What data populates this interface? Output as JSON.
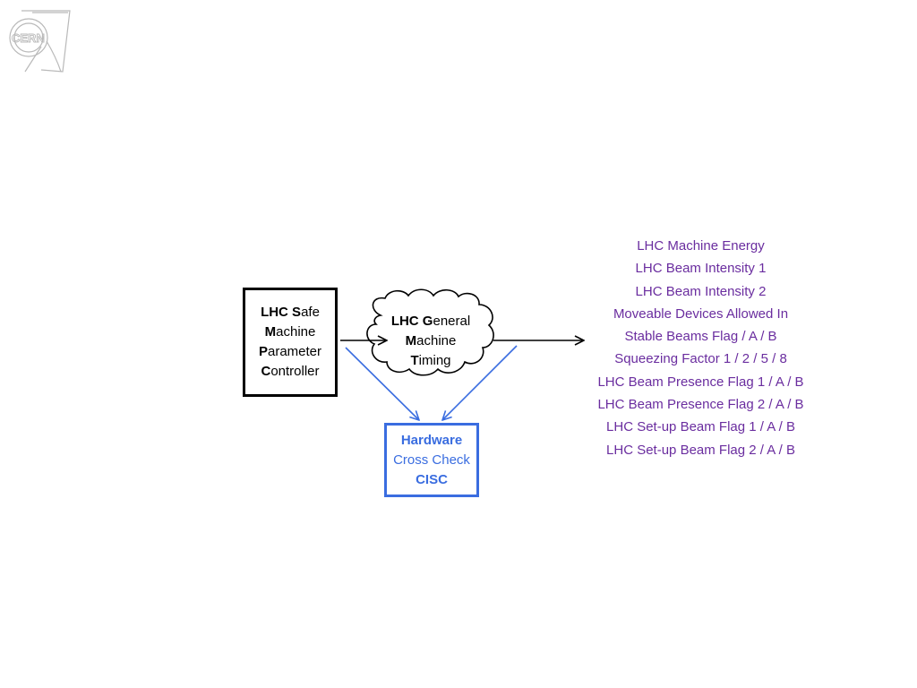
{
  "logo": {
    "name": "cern-logo",
    "text": "CERN",
    "color": "#b9b9b9"
  },
  "smpc": {
    "lines": [
      [
        {
          "text": "LHC S",
          "bold": true
        },
        {
          "text": "afe",
          "bold": false
        }
      ],
      [
        {
          "text": "M",
          "bold": true
        },
        {
          "text": "achine",
          "bold": false
        }
      ],
      [
        {
          "text": "P",
          "bold": true
        },
        {
          "text": "arameter",
          "bold": false
        }
      ],
      [
        {
          "text": "C",
          "bold": true
        },
        {
          "text": "ontroller",
          "bold": false
        }
      ]
    ],
    "border_color": "#000000"
  },
  "timing": {
    "lines": [
      [
        {
          "text": "LHC G",
          "bold": true
        },
        {
          "text": "eneral",
          "bold": false
        }
      ],
      [
        {
          "text": "M",
          "bold": true
        },
        {
          "text": "achine",
          "bold": false
        }
      ],
      [
        {
          "text": "T",
          "bold": true
        },
        {
          "text": "iming",
          "bold": false
        }
      ]
    ]
  },
  "cisc": {
    "line1": "Hardware",
    "line2": "Cross Check",
    "line3": "CISC",
    "color": "#3a6de0"
  },
  "flags": {
    "color": "#6a2d9f",
    "items": [
      "LHC Machine Energy",
      "LHC Beam Intensity 1",
      "LHC Beam Intensity 2",
      "Moveable Devices Allowed In",
      "Stable Beams Flag / A / B",
      "Squeezing Factor 1 / 2 / 5 / 8",
      "LHC Beam Presence Flag 1 / A / B",
      "LHC Beam Presence Flag 2 / A / B",
      "LHC Set-up Beam Flag 1 / A / B",
      "LHC Set-up Beam Flag 2 / A / B"
    ]
  },
  "connectors": {
    "black_color": "#000000",
    "blue_color": "#3a6de0"
  }
}
